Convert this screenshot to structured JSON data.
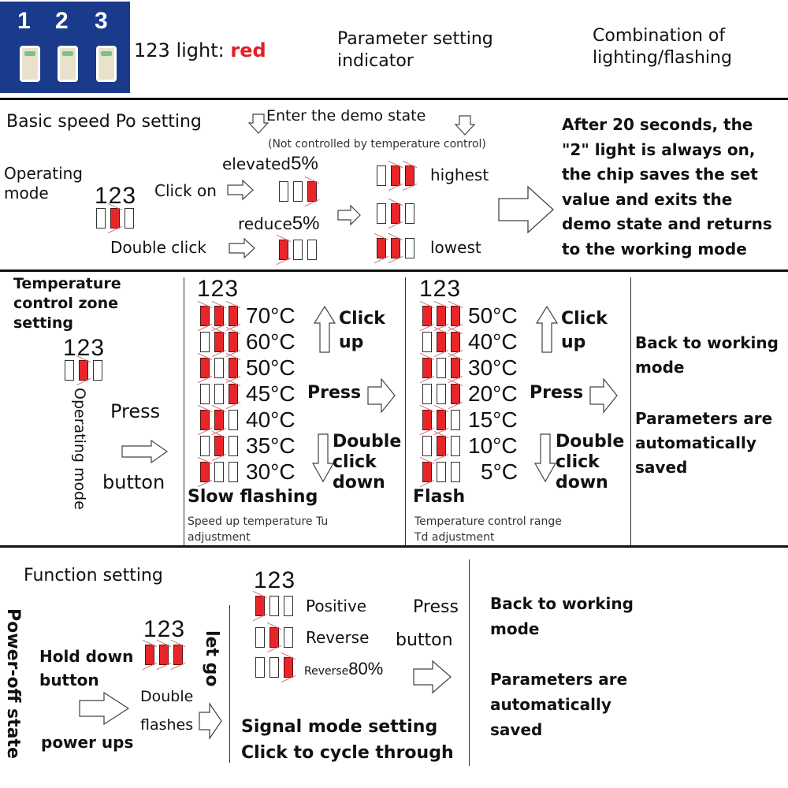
{
  "header": {
    "pcb_digits": [
      "1",
      "2",
      "3"
    ],
    "light_label": "123 light:",
    "light_color_word": "red",
    "col2": [
      "Parameter setting",
      "indicator"
    ],
    "col3": [
      "Combination of",
      "lighting/flashing"
    ]
  },
  "colors": {
    "led_on": "#e8262a",
    "accent_red": "#e31e24",
    "pcb_blue": "#1a3a8c"
  },
  "section1": {
    "title": "Basic speed Po setting",
    "demo_state": "Enter the demo state",
    "not_controlled": "(Not controlled by temperature control)",
    "operating_mode": [
      "Operating",
      "mode"
    ],
    "digits": "123",
    "current_leds": [
      0,
      1,
      0
    ],
    "click_on": "Click on",
    "double_click": "Double click",
    "elevated": "elevated",
    "reduce": "reduce",
    "percent": "5%",
    "elevated_leds": [
      0,
      0,
      1
    ],
    "reduce_leds": [
      1,
      0,
      0
    ],
    "levels": [
      {
        "leds": [
          0,
          1,
          1
        ],
        "label": "highest"
      },
      {
        "leds": [
          0,
          1,
          0
        ],
        "label": ""
      },
      {
        "leds": [
          1,
          1,
          0
        ],
        "label": "lowest"
      }
    ],
    "result": [
      "After 20 seconds, the",
      "\"2\" light is always on,",
      "the chip saves the set",
      "value and exits the",
      "demo state and returns",
      "to the working mode"
    ]
  },
  "section2": {
    "title": [
      "Temperature",
      "control zone",
      "setting"
    ],
    "digits": "123",
    "current_leds": [
      0,
      1,
      0
    ],
    "operating_mode_vertical": "Operating  mode",
    "press": "Press",
    "button": "button",
    "tu_table": {
      "digits": "123",
      "rows": [
        {
          "leds": [
            1,
            1,
            1
          ],
          "temp": "70°C"
        },
        {
          "leds": [
            0,
            1,
            1
          ],
          "temp": "60°C"
        },
        {
          "leds": [
            1,
            0,
            1
          ],
          "temp": "50°C"
        },
        {
          "leds": [
            0,
            0,
            1
          ],
          "temp": "45°C"
        },
        {
          "leds": [
            1,
            1,
            0
          ],
          "temp": "40°C"
        },
        {
          "leds": [
            0,
            1,
            0
          ],
          "temp": "35°C"
        },
        {
          "leds": [
            1,
            0,
            0
          ],
          "temp": "30°C"
        }
      ],
      "click_up": [
        "Click",
        "up"
      ],
      "press": "Press",
      "double_click_down": [
        "Double",
        "click",
        "down"
      ],
      "mode": "Slow flashing",
      "caption": [
        "Speed up temperature Tu",
        "adjustment"
      ]
    },
    "td_table": {
      "digits": "123",
      "rows": [
        {
          "leds": [
            1,
            1,
            1
          ],
          "temp": "50°C"
        },
        {
          "leds": [
            0,
            1,
            1
          ],
          "temp": "40°C"
        },
        {
          "leds": [
            1,
            0,
            1
          ],
          "temp": "30°C"
        },
        {
          "leds": [
            0,
            0,
            1
          ],
          "temp": "20°C"
        },
        {
          "leds": [
            1,
            1,
            0
          ],
          "temp": "15°C"
        },
        {
          "leds": [
            0,
            1,
            0
          ],
          "temp": "10°C"
        },
        {
          "leds": [
            1,
            0,
            0
          ],
          "temp": "5°C"
        }
      ],
      "click_up": [
        "Click",
        "up"
      ],
      "press": "Press",
      "double_click_down": [
        "Double",
        "click",
        "down"
      ],
      "mode": "Flash",
      "caption": [
        "Temperature control range",
        "Td adjustment"
      ]
    },
    "back": [
      "Back to working",
      "mode"
    ],
    "saved": [
      "Parameters are",
      "automatically",
      "saved"
    ]
  },
  "section3": {
    "title": "Function setting",
    "power_off_vertical": "Power-off state",
    "hold_down": [
      "Hold down",
      "button"
    ],
    "digits": "123",
    "hold_leds": [
      1,
      1,
      1
    ],
    "let_go_vertical": "let go",
    "double_flashes": [
      "Double",
      "flashes"
    ],
    "power_ups": "power ups",
    "digits2": "123",
    "modes": [
      {
        "leds": [
          1,
          0,
          0
        ],
        "label": "Positive",
        "suffix": ""
      },
      {
        "leds": [
          0,
          1,
          0
        ],
        "label": "Reverse",
        "suffix": ""
      },
      {
        "leds": [
          0,
          0,
          1
        ],
        "label": "Reverse",
        "suffix": "80%"
      }
    ],
    "signal_mode": [
      "Signal mode setting",
      "Click to cycle through"
    ],
    "press": "Press",
    "button": "button",
    "back": [
      "Back to working",
      "mode"
    ],
    "saved": [
      "Parameters are",
      "automatically",
      "saved"
    ]
  }
}
